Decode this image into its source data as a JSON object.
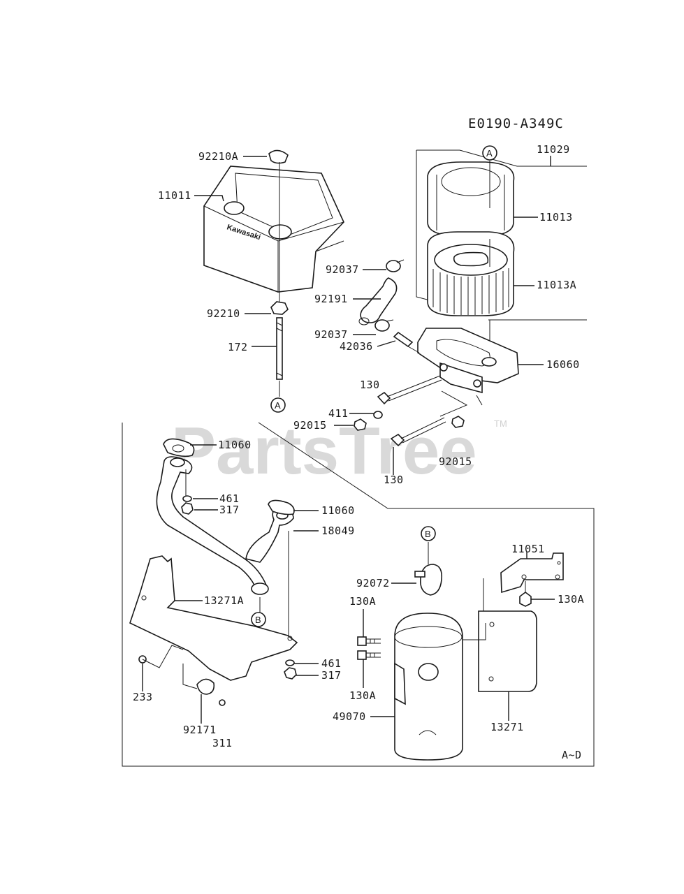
{
  "diagram_code": "E0190-A349C",
  "watermark": "PartsTree",
  "trademark": "TM",
  "brand_on_cover": "Kawasaki",
  "variant_note": "A~D",
  "ref_markers": {
    "a": "A",
    "b": "B"
  },
  "callouts": {
    "p92210A": "92210A",
    "p11011": "11011",
    "p92210": "92210",
    "p172": "172",
    "p11029": "11029",
    "p11013": "11013",
    "p11013A": "11013A",
    "p92037a": "92037",
    "p92191": "92191",
    "p92037b": "92037",
    "p42036": "42036",
    "p16060": "16060",
    "p130a": "130",
    "p411": "411",
    "p92015a": "92015",
    "p92015b": "92015",
    "p130b": "130",
    "p11060a": "11060",
    "p461a": "461",
    "p317a": "317",
    "p11060b": "11060",
    "p18049": "18049",
    "p13271A": "13271A",
    "p461b": "461",
    "p317b": "317",
    "p233": "233",
    "p92171": "92171",
    "p311": "311",
    "p11051": "11051",
    "p92072": "92072",
    "p130Aa": "130A",
    "p130Ab": "130A",
    "p130Ac": "130A",
    "p49070": "49070",
    "p13271": "13271"
  }
}
